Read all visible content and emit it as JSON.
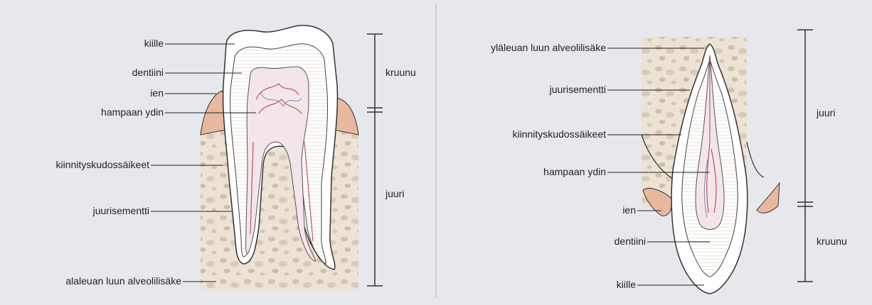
{
  "left_panel": {
    "labels": {
      "enamel": "kiille",
      "dentin": "dentiini",
      "gum": "ien",
      "pulp": "hampaan ydin",
      "ligament": "kiinnityskudossäikeet",
      "cementum": "juurisementti",
      "bone": "alaleuan luun alveolilisäke"
    },
    "scale": {
      "crown": "kruunu",
      "root": "juuri"
    }
  },
  "right_panel": {
    "labels": {
      "bone": "yläleuan luun alveolilisäke",
      "cementum": "juurisementti",
      "ligament": "kiinnityskudossäikeet",
      "pulp": "hampaan ydin",
      "gum": "ien",
      "dentin": "dentiini",
      "enamel": "kiille"
    },
    "scale": {
      "root": "juuri",
      "crown": "kruunu"
    }
  },
  "colors": {
    "background": "#e6e8ec",
    "bone": "#ece3d4",
    "bone_pores": "#cfc4b0",
    "enamel": "#ffffff",
    "dentin": "#efe9d8",
    "pulp": "#f3e6ea",
    "nerve": "#b8324a",
    "vessel": "#6f86b8",
    "gum": "#e8b8a0"
  }
}
